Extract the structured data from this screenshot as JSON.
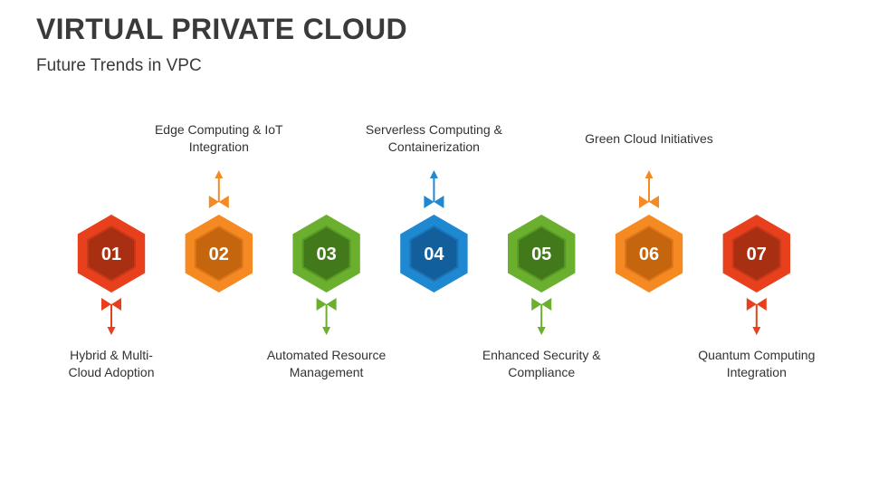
{
  "title": "VIRTUAL PRIVATE CLOUD",
  "subtitle": "Future Trends in VPC",
  "steps": [
    {
      "number": "01",
      "label": "Hybrid & Multi-\nCloud Adoption",
      "position": "below",
      "color": "#e8401c",
      "dark": "#a92f12",
      "mid": "#c7371a"
    },
    {
      "number": "02",
      "label": "Edge Computing & IoT\nIntegration",
      "position": "above",
      "color": "#f58a23",
      "dark": "#c5650d",
      "mid": "#e0761b"
    },
    {
      "number": "03",
      "label": "Automated Resource\nManagement",
      "position": "below",
      "color": "#6aaf2d",
      "dark": "#427a1b",
      "mid": "#5a9a24"
    },
    {
      "number": "04",
      "label": "Serverless Computing &\nContainerization",
      "position": "above",
      "color": "#1e88d0",
      "dark": "#135f9c",
      "mid": "#1a72b5"
    },
    {
      "number": "05",
      "label": "Enhanced Security &\nCompliance",
      "position": "below",
      "color": "#6aaf2d",
      "dark": "#427a1b",
      "mid": "#5a9a24"
    },
    {
      "number": "06",
      "label": "Green Cloud Initiatives",
      "position": "above",
      "color": "#f58a23",
      "dark": "#c5650d",
      "mid": "#e0761b"
    },
    {
      "number": "07",
      "label": "Quantum Computing\nIntegration",
      "position": "below",
      "color": "#e8401c",
      "dark": "#a92f12",
      "mid": "#c7371a"
    }
  ]
}
